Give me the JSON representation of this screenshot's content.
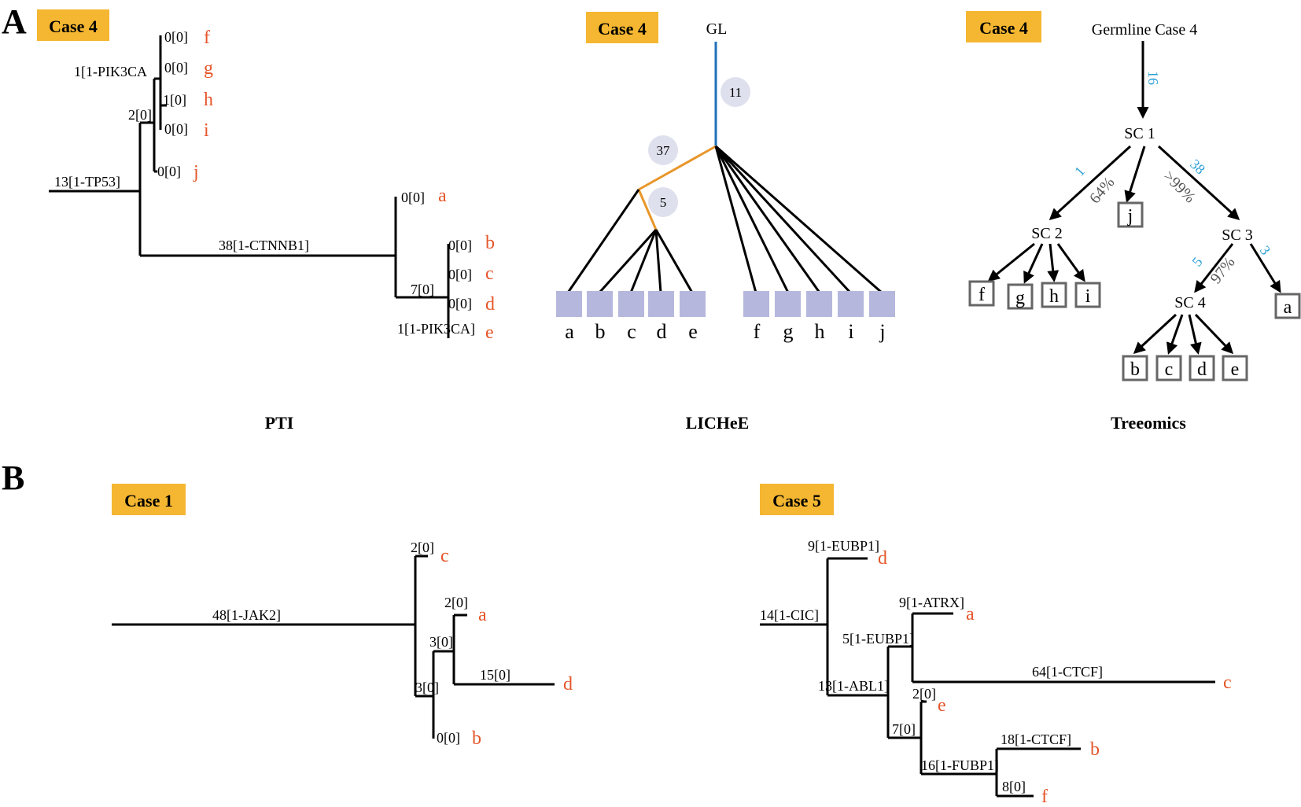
{
  "panels": {
    "A": {
      "letter": "A",
      "pti": {
        "case_label": "Case 4",
        "method_name": "PTI",
        "branch_labels": [
          "0[0]",
          "1[1-PIK3CA",
          "0[0]",
          "1[0]",
          "2[0]",
          "0[0]",
          "0[0]",
          "13[1-TP53]",
          "0[0]",
          "38[1-CTNNB1]",
          "0[0]",
          "0[0]",
          "7[0]",
          "0[0]",
          "1[1-PIK3CA]"
        ],
        "leaves": [
          "f",
          "g",
          "h",
          "i",
          "j",
          "a",
          "b",
          "c",
          "d",
          "e"
        ]
      },
      "lichee": {
        "case_label": "Case 4",
        "method_name": "LICHeE",
        "root_label": "GL",
        "bubbles": [
          "11",
          "37",
          "5"
        ],
        "samples": [
          "a",
          "b",
          "c",
          "d",
          "e",
          "f",
          "g",
          "h",
          "i",
          "j"
        ],
        "colors": {
          "blue_edge": "#1f6fb6",
          "orange_edge": "#e8962a"
        }
      },
      "treeomics": {
        "case_label": "Case 4",
        "method_name": "Treeomics",
        "root_label": "Germline Case 4",
        "nodes": [
          "SC 1",
          "SC 2",
          "SC 3",
          "SC 4"
        ],
        "edge_counts": [
          "16",
          "1",
          "38",
          "5",
          "3"
        ],
        "edge_percents": [
          "64%",
          ">99%",
          "97%"
        ],
        "leaves": [
          "j",
          "f",
          "g",
          "h",
          "i",
          "a",
          "b",
          "c",
          "d",
          "e"
        ]
      }
    },
    "B": {
      "letter": "B",
      "case1": {
        "case_label": "Case 1",
        "branch_labels": [
          "2[0]",
          "48[1-JAK2]",
          "2[0]",
          "3[0]",
          "15[0]",
          "3[0]",
          "0[0]"
        ],
        "leaves": [
          "c",
          "a",
          "d",
          "b"
        ]
      },
      "case5": {
        "case_label": "Case 5",
        "branch_labels": [
          "9[1-EUBP1]",
          "14[1-CIC]",
          "9[1-ATRX]",
          "5[1-EUBP1]",
          "64[1-CTCF]",
          "13[1-ABL1]",
          "2[0]",
          "7[0]",
          "18[1-CTCF]",
          "16[1-FUBP1]",
          "8[0]"
        ],
        "leaves": [
          "d",
          "a",
          "c",
          "e",
          "b",
          "f"
        ]
      }
    }
  },
  "colors": {
    "case_box": "#f5b731",
    "leaf_text": "#e4562a",
    "edge_count": "#2a9fd6"
  }
}
